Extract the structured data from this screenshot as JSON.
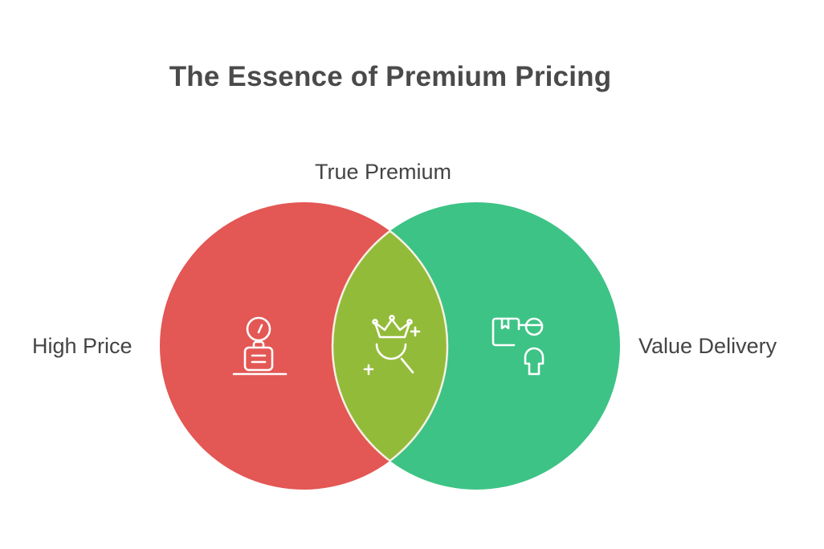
{
  "title": "The Essence of Premium Pricing",
  "diagram": {
    "type": "venn",
    "sets": [
      {
        "id": "left",
        "label": "High Price",
        "color": "#e35754",
        "icon": "price-tag-scale-icon"
      },
      {
        "id": "right",
        "label": "Value Delivery",
        "color": "#3dc385",
        "icon": "delivery-person-icon"
      }
    ],
    "intersection": {
      "label": "True Premium",
      "color": "#93bb3a",
      "icon": "crown-search-icon"
    },
    "stroke_color": "#f6f1e4"
  }
}
